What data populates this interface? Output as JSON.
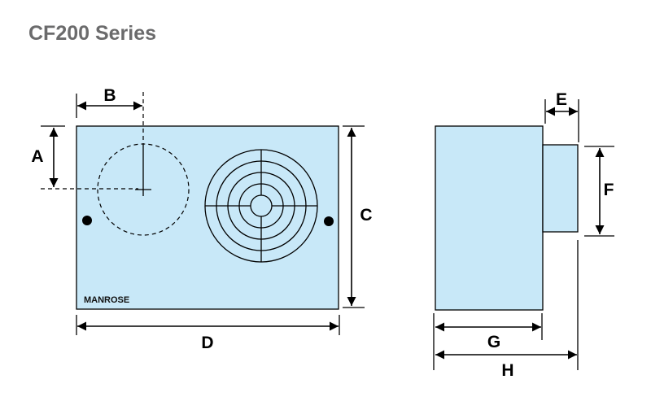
{
  "title": "CF200 Series",
  "colors": {
    "body_fill": "#c8e8f8",
    "title": "#6b6b6c"
  },
  "front_view": {
    "logo": "MANROSE",
    "dimensions": {
      "a": "A",
      "b": "B",
      "c": "C",
      "d": "D"
    }
  },
  "side_view": {
    "dimensions": {
      "e": "E",
      "f": "F",
      "g": "G",
      "h": "H"
    }
  }
}
